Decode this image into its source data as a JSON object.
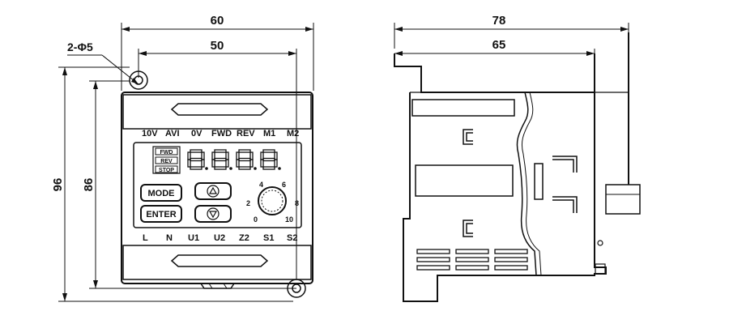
{
  "front_view": {
    "dimensions": {
      "overall_width": "60",
      "hole_spacing": "50",
      "hole_callout": "2-Φ5",
      "overall_height": "96",
      "hole_height": "86"
    },
    "terminals_top": [
      "10V",
      "AVI",
      "0V",
      "FWD",
      "REV",
      "M1",
      "M2"
    ],
    "terminals_bottom": [
      "L",
      "N",
      "U1",
      "U2",
      "Z2",
      "S1",
      "S2"
    ],
    "indicators": [
      "FWD",
      "REV",
      "STOP"
    ],
    "buttons": {
      "mode": "MODE",
      "enter": "ENTER"
    },
    "knob_scale": [
      "4",
      "6",
      "2",
      "8",
      "0",
      "10"
    ]
  },
  "side_view": {
    "dimensions": {
      "overall_depth": "78",
      "body_depth": "65"
    }
  }
}
